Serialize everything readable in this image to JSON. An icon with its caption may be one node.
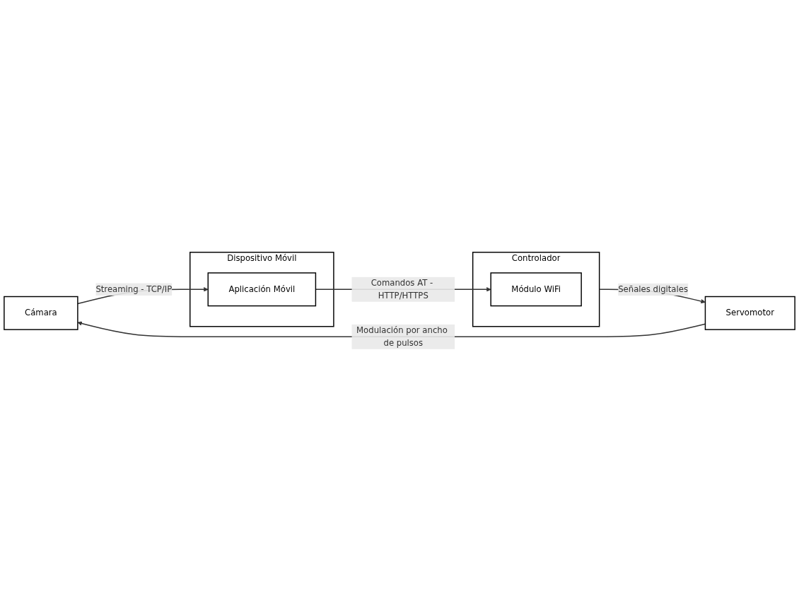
{
  "diagram": {
    "nodes": [
      {
        "text": [
          "Cámara"
        ]
      },
      {
        "text": [
          "Dispositivo Móvil"
        ]
      },
      {
        "text": [
          "Aplicación Móvil"
        ],
        "in": 1
      },
      {
        "text": [
          "Servomotor"
        ]
      },
      {
        "text": [
          "Controlador"
        ]
      },
      {
        "text": [
          "Módulo WiFi"
        ],
        "in": 4
      }
    ],
    "edges": [
      {
        "from": 0,
        "to": 2,
        "arrow": "to",
        "label": "Streaming - TCP/IP"
      },
      {
        "from": 3,
        "to": 0,
        "arrow": "to",
        "label": "Modulación por ancho de pulsos"
      },
      {
        "from": 4,
        "to": 3,
        "arrow": "to",
        "label": "Señales digitales"
      },
      {
        "from": 2,
        "to": 5,
        "arrow": "to",
        "label": "Comandos AT - HTTP/HTTPS"
      }
    ]
  }
}
